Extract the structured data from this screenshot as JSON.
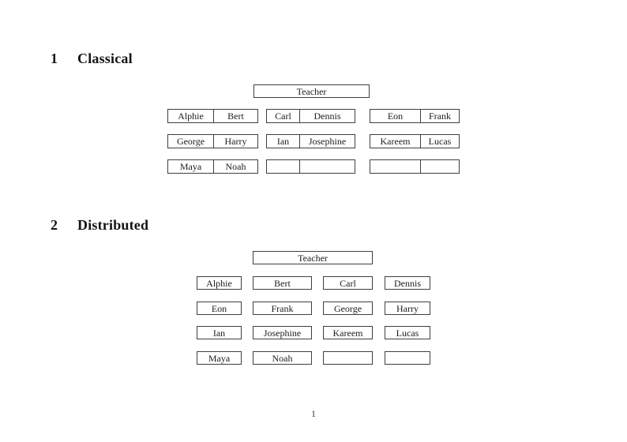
{
  "classical": {
    "number": "1",
    "title": "Classical",
    "teacher": "Teacher",
    "seats": [
      [
        [
          "Alphie",
          "Bert"
        ],
        [
          "Carl",
          "Dennis"
        ],
        [
          "Eon",
          "Frank"
        ]
      ],
      [
        [
          "George",
          "Harry"
        ],
        [
          "Ian",
          "Josephine"
        ],
        [
          "Kareem",
          "Lucas"
        ]
      ],
      [
        [
          "Maya",
          "Noah"
        ],
        [
          "",
          ""
        ],
        [
          "",
          ""
        ]
      ]
    ]
  },
  "distributed": {
    "number": "2",
    "title": "Distributed",
    "teacher": "Teacher",
    "seats": [
      [
        "Alphie",
        "Bert",
        "Carl",
        "Dennis"
      ],
      [
        "Eon",
        "Frank",
        "George",
        "Harry"
      ],
      [
        "Ian",
        "Josephine",
        "Kareem",
        "Lucas"
      ],
      [
        "Maya",
        "Noah",
        "",
        ""
      ]
    ]
  },
  "footer": {
    "page_number": "1"
  },
  "colors": {
    "border": "#3f3f3f",
    "text": "#1b1b1b",
    "background": "#ffffff"
  }
}
